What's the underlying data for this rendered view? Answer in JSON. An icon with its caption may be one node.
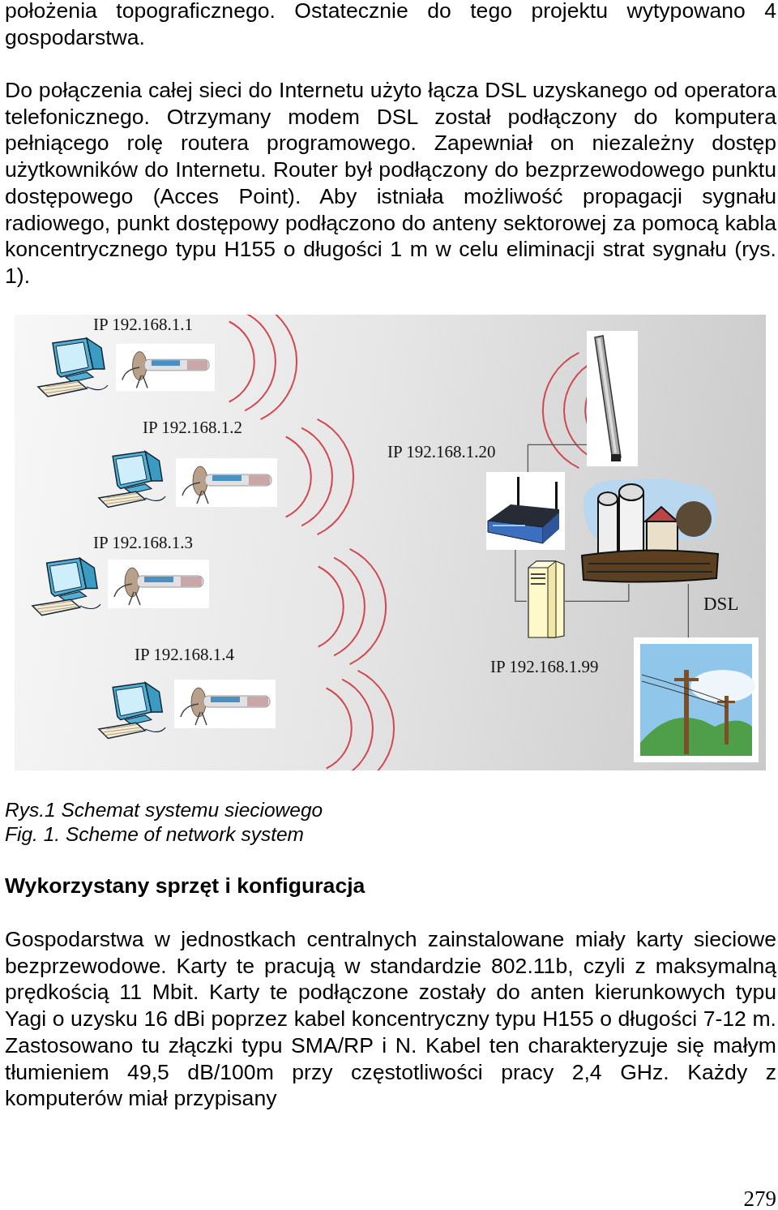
{
  "diagram": {
    "nodes": [
      {
        "text": [],
        "shape": "picture",
        "beside": [
          "IP 192.168.1.1"
        ]
      },
      {
        "text": [],
        "shape": "picture"
      },
      {
        "text": [],
        "shape": "picture",
        "beside": [
          "IP 192.168.1.2"
        ]
      },
      {
        "text": [],
        "shape": "picture"
      },
      {
        "text": [],
        "shape": "picture",
        "beside": [
          "IP 192.168.1.3"
        ]
      },
      {
        "text": [],
        "shape": "picture"
      },
      {
        "text": [],
        "shape": "picture",
        "beside": [
          "IP 192.168.1.4"
        ]
      },
      {
        "text": [],
        "shape": "picture"
      },
      {
        "text": [],
        "shape": "picture"
      },
      {
        "text": [],
        "shape": "picture",
        "beside": [
          "IP 192.168.1.20"
        ]
      },
      {
        "text": [],
        "shape": "picture"
      },
      {
        "text": [],
        "shape": "picture",
        "beside": [
          "IP 192.168.1.99"
        ]
      },
      {
        "text": [],
        "shape": "picture"
      }
    ],
    "edges": [
      {
        "from": 9,
        "to": 8,
        "arrow": "none"
      },
      {
        "from": 9,
        "to": 11,
        "arrow": "none"
      },
      {
        "from": 11,
        "to": 10,
        "arrow": "none"
      },
      {
        "from": 10,
        "to": 12,
        "arrow": "none",
        "label": "DSL"
      }
    ],
    "labels": [
      "położenia topograficznego. Ostatecznie do tego projektu wytypowano 4 gospodarstwa.",
      "Do połączenia całej sieci do Internetu użyto łącza DSL uzyskanego od operatora telefonicznego. Otrzymany modem DSL został podłączony do komputera pełniącego rolę routera programowego. Zapewniał on niezależny dostęp użytkowników do Internetu. Router był podłączony do bezprzewodowego punktu dostępowego (Acces Point). Aby istniała możliwość propagacji sygnału radiowego, punkt dostępowy podłączono do anteny sektorowej za pomocą kabla koncentrycznego typu H155 o długości 1 m w celu eliminacji strat sygnału (rys. 1).",
      "Rys.1 Schemat systemu sieciowego",
      "Fig. 1. Scheme of network system",
      "Wykorzystany sprzęt i konfiguracja",
      "Gospodarstwa w jednostkach centralnych zainstalowane miały karty sieciowe bezprzewodowe. Karty te pracują w standardzie 802.11b, czyli z maksymalną prędkością 11 Mbit. Karty te podłączone zostały do anten kierunkowych typu Yagi o uzysku 16 dBi poprzez kabel koncentryczny typu H155 o długości 7-12 m. Zastosowano tu złączki typu SMA/RP i N. Kabel ten charakteryzuje się małym tłumieniem 49,5 dB/100m przy częstotliwości pracy 2,4 GHz. Każdy z komputerów miał przypisany",
      "279"
    ]
  }
}
